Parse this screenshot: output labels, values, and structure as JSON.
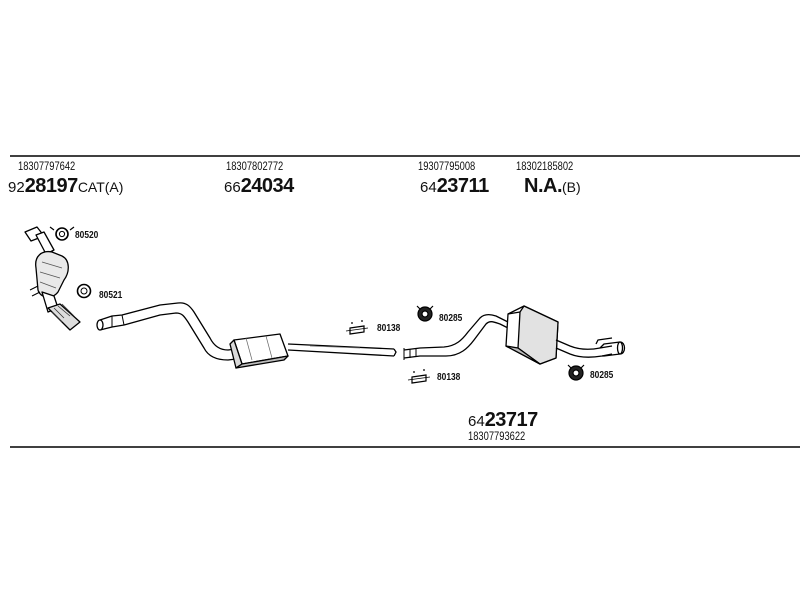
{
  "parts_top": [
    {
      "oe": "18307797642",
      "prefix": "92",
      "num": "28197",
      "suffix": "CAT(A)"
    },
    {
      "oe": "18307802772",
      "prefix": "66",
      "num": "24034",
      "suffix": ""
    },
    {
      "oe": "19307795008",
      "prefix": "64",
      "num": "23711",
      "suffix": ""
    },
    {
      "oe": "18302185802",
      "prefix": "",
      "num": "N.A.",
      "suffix": "(B)"
    }
  ],
  "part_bottom": {
    "oe": "18307793622",
    "prefix": "64",
    "num": "23717"
  },
  "small_parts": {
    "gasket_upper": "80520",
    "gasket_lower": "80521",
    "clamp_mid": "80138",
    "clamp_low": "80138",
    "mount_upper": "80285",
    "mount_rear": "80285"
  },
  "icons": {
    "gasket": "ring-gasket-icon",
    "clamp": "pipe-clamp-icon",
    "mount": "rubber-mount-icon"
  }
}
